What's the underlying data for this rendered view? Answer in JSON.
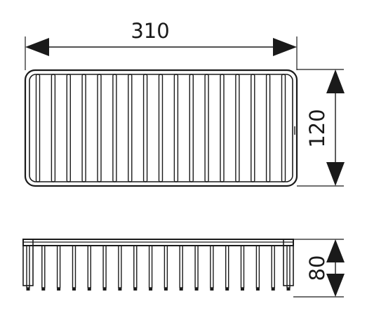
{
  "dimensions": {
    "width": "310",
    "depth": "120",
    "height": "80"
  },
  "drawing_data": {
    "top_view_bar_count": 17,
    "side_view_leg_count": 18,
    "line_color": "#1a1a1a",
    "background": "#ffffff"
  }
}
